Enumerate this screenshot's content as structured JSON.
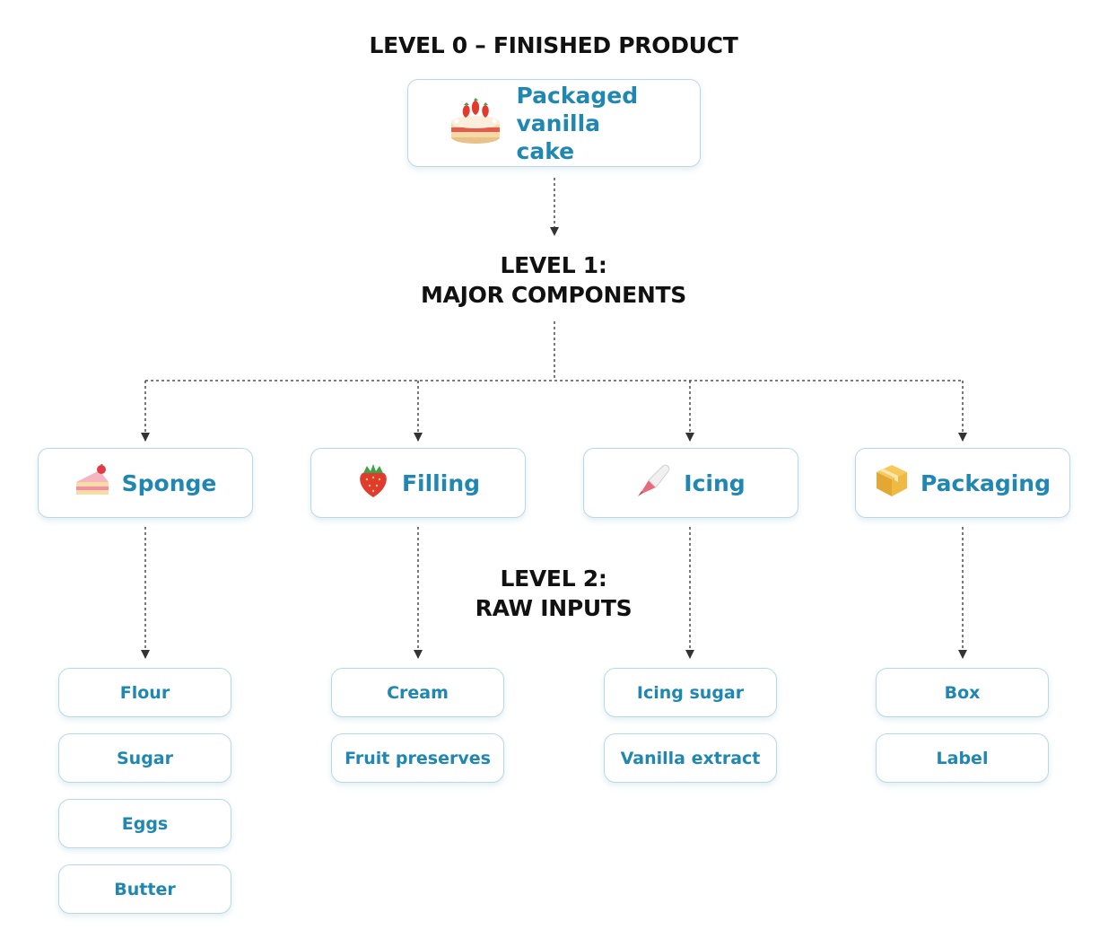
{
  "levels": {
    "level0": "LEVEL 0 – FINISHED PRODUCT",
    "level1_line1": "LEVEL 1:",
    "level1_line2": "MAJOR COMPONENTS",
    "level2_line1": "LEVEL 2:",
    "level2_line2": "RAW INPUTS"
  },
  "root": {
    "label": "Packaged vanilla cake",
    "icon": "cake-icon"
  },
  "components": [
    {
      "label": "Sponge",
      "icon": "cake-slice-icon",
      "inputs": [
        "Flour",
        "Sugar",
        "Eggs",
        "Butter"
      ]
    },
    {
      "label": "Filling",
      "icon": "strawberry-icon",
      "inputs": [
        "Cream",
        "Fruit preserves"
      ]
    },
    {
      "label": "Icing",
      "icon": "piping-bag-icon",
      "inputs": [
        "Icing sugar",
        "Vanilla extract"
      ]
    },
    {
      "label": "Packaging",
      "icon": "package-box-icon",
      "inputs": [
        "Box",
        "Label"
      ]
    }
  ],
  "colors": {
    "card_text": "#1f87b1",
    "card_border": "#b9d8e6",
    "heading_text": "#111111",
    "connector": "#333333"
  }
}
